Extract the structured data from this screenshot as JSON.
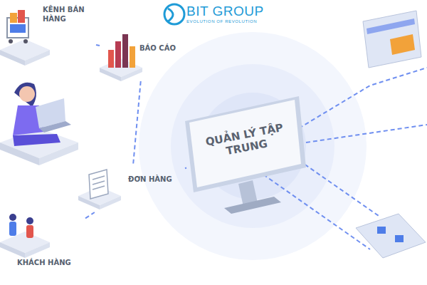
{
  "diagram": {
    "nodes": [
      {
        "text": [
          "KÊNH BÁN HÀNG"
        ]
      },
      {
        "text": [
          "BÁO CÁO"
        ]
      },
      {
        "text": [
          "ĐƠN HÀNG"
        ]
      },
      {
        "text": [
          "KHÁCH HÀNG"
        ]
      },
      {
        "text": [
          "QUẢN LÝ TẬP TRUNG"
        ]
      }
    ],
    "edges": [
      {
        "from": 0,
        "to": 1,
        "arrow": "none"
      },
      {
        "from": 1,
        "to": 2,
        "arrow": "none"
      },
      {
        "from": 2,
        "to": 4,
        "arrow": "none"
      },
      {
        "from": 3,
        "to": 2,
        "arrow": "none"
      }
    ],
    "labels": [
      "BIT GROUP",
      "EVOLUTION OF REVOLUTION"
    ]
  }
}
